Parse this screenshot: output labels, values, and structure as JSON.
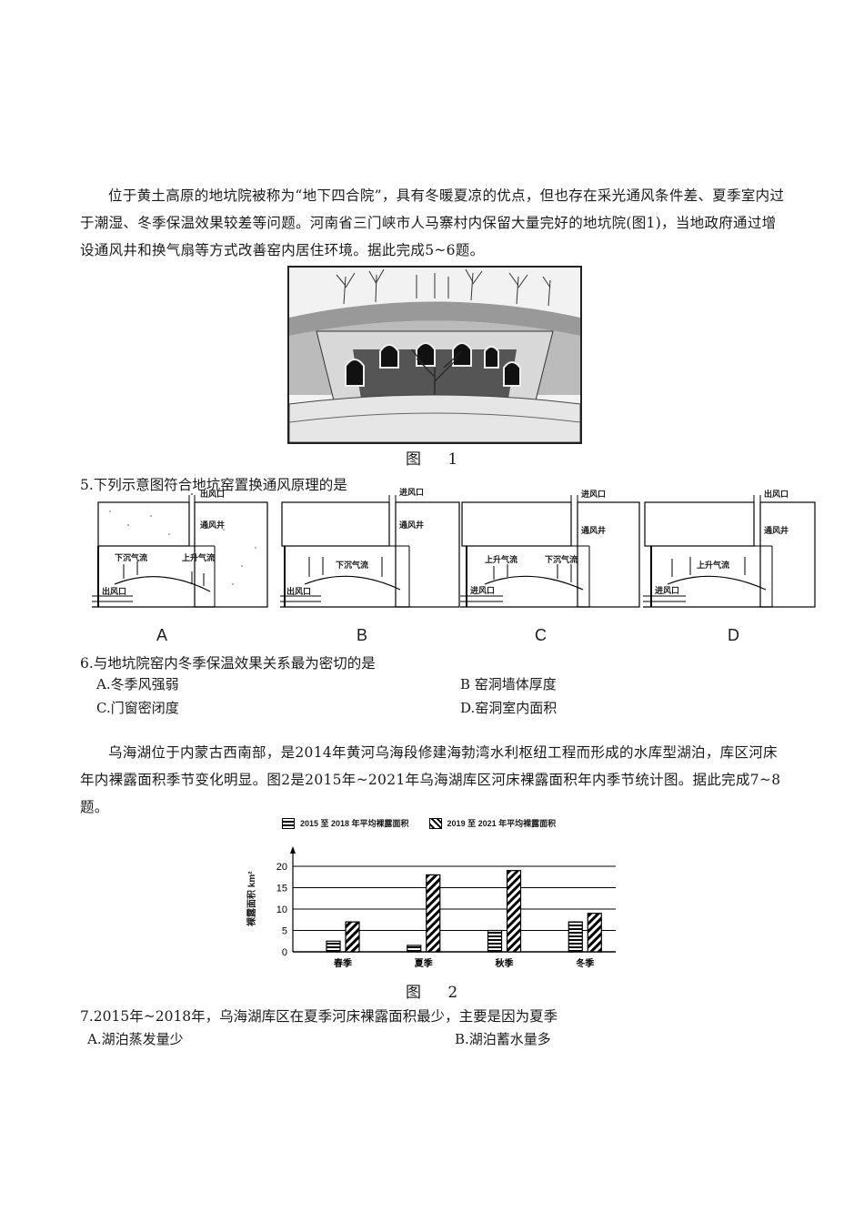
{
  "passage1": {
    "text": "位于黄土高原的地坑院被称为“地下四合院”，具有冬暖夏凉的优点，但也存在采光通风条件差、夏季室内过于潮湿、冬季保温效果较差等问题。河南省三门峡市人马寨村内保留大量完好的地坑院(图1)，当地政府通过增设通风井和换气扇等方式改善窑内居住环境。据此完成5~6题。"
  },
  "figure1": {
    "caption": "图 1",
    "description": "地坑院 photograph"
  },
  "q5": {
    "stem": "5.下列示意图符合地坑窑置换通风原理的是",
    "diagrams": [
      {
        "letter": "A",
        "top_label": "出风口",
        "shaft_label": "通风井",
        "left_flow": "下沉气流",
        "right_flow": "上升气流",
        "bottom_label": "出风口",
        "top_arrow": "up"
      },
      {
        "letter": "B",
        "top_label": "进风口",
        "shaft_label": "通风井",
        "center_flow": "下沉气流",
        "bottom_label": "出风口",
        "top_arrow": "down"
      },
      {
        "letter": "C",
        "top_label": "进风口",
        "shaft_label": "通风井",
        "left_flow": "上升气流",
        "right_flow": "下沉气流",
        "bottom_label": "进风口",
        "top_arrow": "down"
      },
      {
        "letter": "D",
        "top_label": "出风口",
        "shaft_label": "通风井",
        "center_flow": "上升气流",
        "bottom_label": "进风口",
        "top_arrow": "up"
      }
    ]
  },
  "q6": {
    "stem": "6.与地坑院窑内冬季保温效果关系最为密切的是",
    "options": [
      "A.冬季风强弱",
      "B 窑洞墙体厚度",
      "C.门窗密闭度",
      "D.窑洞室内面积"
    ]
  },
  "passage2": {
    "text": "乌海湖位于内蒙古西南部，是2014年黄河乌海段修建海勃湾水利枢纽工程而形成的水库型湖泊，库区河床年内裸露面积季节变化明显。图2是2015年~2021年乌海湖库区河床裸露面积年内季节统计图。据此完成7~8题。"
  },
  "figure2": {
    "caption": "图 2"
  },
  "chart_data": {
    "type": "bar",
    "title": "",
    "categories": [
      "春季",
      "夏季",
      "秋季",
      "冬季"
    ],
    "series": [
      {
        "name": "2015 至 2018 年平均裸露面积",
        "pattern": "horizontal-stripes",
        "values": [
          2.5,
          1.5,
          5,
          7
        ]
      },
      {
        "name": "2019 至 2021 年平均裸露面积",
        "pattern": "diagonal-stripes",
        "values": [
          7,
          18,
          19,
          9
        ]
      }
    ],
    "xlabel": "",
    "ylabel": "裸露面积 km²",
    "ylim": [
      0,
      20
    ],
    "yticks": [
      0,
      5,
      10,
      15,
      20
    ],
    "grid": true,
    "legend_position": "top"
  },
  "q7": {
    "stem": "7.2015年~2018年，乌海湖库区在夏季河床裸露面积最少，主要是因为夏季",
    "options": [
      "A.湖泊蒸发量少",
      "B.湖泊蓄水量多"
    ]
  }
}
